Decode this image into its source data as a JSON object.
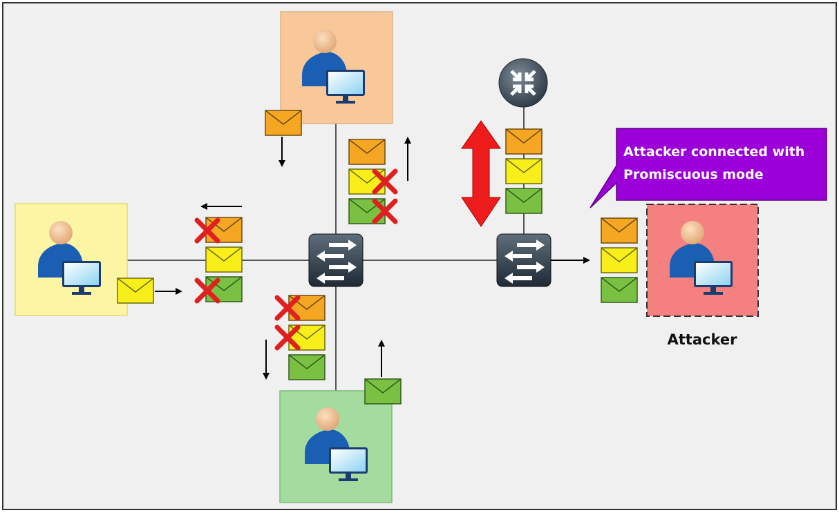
{
  "callout": {
    "line1": "Attacker connected with",
    "line2": "Promiscuous mode"
  },
  "attacker_label": "Attacker",
  "colors": {
    "background": "#f0f0f0",
    "frame": "#333333",
    "host_top_fill": "#f9c898",
    "host_left_fill": "#fcf6a4",
    "host_bottom_fill": "#a4dca0",
    "attacker_fill": "#f48080",
    "callout_fill": "#9b00d9",
    "envelope_orange": "#f5a623",
    "envelope_yellow": "#f8ef1a",
    "envelope_green": "#7ac143",
    "drop_mark": "#e02020",
    "big_arrow": "#ee1c1c"
  },
  "icons": {
    "hosts": "person-computer-icon",
    "switches": "switch-icon",
    "router": "router-icon",
    "frames": "envelope-icon",
    "dropped": "x-mark-icon"
  }
}
